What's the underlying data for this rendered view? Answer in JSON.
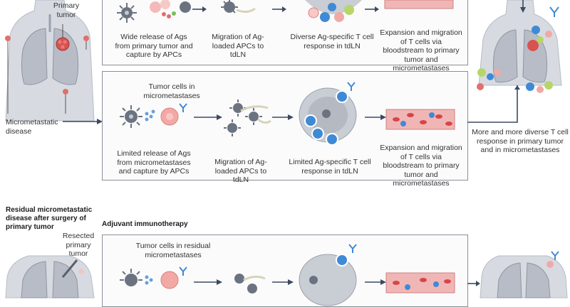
{
  "labels": {
    "primary_tumor": "Primary tumor",
    "micrometastatic_disease": "Micrometastatic disease",
    "residual_heading": "Residual micrometastatic disease after surgery of primary tumor",
    "resected_primary_tumor": "Resected primary tumor",
    "adjuvant_title": "Adjuvant immunotherapy",
    "more_diverse": "More and more diverse T cell response in primary tumor and in micrometastases"
  },
  "top_panel": {
    "step1": "Wide release of Ags from primary tumor and capture by APCs",
    "step2": "Migration of Ag-loaded APCs to tdLN",
    "step3": "Diverse Ag-specific T cell response in tdLN",
    "step4": "Expansion and migration of T cells via bloodstream to primary tumor and micrometastases"
  },
  "middle_panel": {
    "tumor_cells_label": "Tumor cells in micrometastases",
    "step1": "Limited release of Ags from micrometastases and capture by APCs",
    "step2": "Migration of Ag-loaded APCs to tdLN",
    "step3": "Limited Ag-specific T cell response in tdLN",
    "step4": "Expansion and migration of T cells via bloodstream to primary tumor and micrometastases"
  },
  "bottom_panel": {
    "tumor_cells_label": "Tumor cells in residual micrometastases"
  },
  "colors": {
    "panel_border": "#8a8f98",
    "arrow": "#3c4a60",
    "apc": "#6c7380",
    "tumor_cell": "#f2a9a6",
    "lymph_node": "#c9cdd4",
    "t_cell_blue": "#3f8ad6",
    "vessel": "#f0b6b6",
    "rbc": "#d84545",
    "lung": "#b7bcc6",
    "body": "#d7dbe1",
    "primary_tumor": "#d9534f"
  }
}
